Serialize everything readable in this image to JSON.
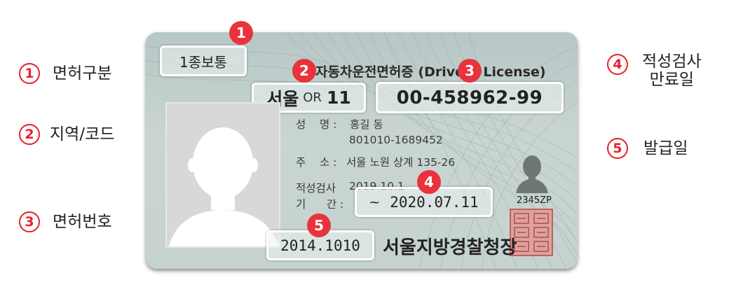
{
  "legend": [
    {
      "num": "1",
      "text": "면허구분"
    },
    {
      "num": "2",
      "text": "지역/코드"
    },
    {
      "num": "3",
      "text": "면허번호"
    },
    {
      "num": "4",
      "text": "적성검사\n만료일"
    },
    {
      "num": "5",
      "text": "발급일"
    }
  ],
  "card": {
    "license_type": "1종보통",
    "title": "자동차운전면허증 (Drivers License)",
    "region": "서울",
    "region_or": "OR",
    "region_code": "11",
    "license_number": "00-458962-99",
    "name_label": "성    명 :",
    "name": "홍길 동",
    "birth": "801010-1689452",
    "address_label": "주    소 :",
    "address": "서울 노원 상계 135-26",
    "aptitude_label": "적성검사",
    "aptitude_partial": "2019.10.1",
    "period_label": "기      간 :",
    "expiry_tilde": "~",
    "expiry": "2020.07.11",
    "small_code": "2345ZP",
    "issue_date": "2014.1010",
    "issuer": "서울지방경찰청장"
  },
  "badges": [
    "1",
    "2",
    "3",
    "4",
    "5"
  ],
  "colors": {
    "accent": "#e8333c",
    "legend_red": "#e8202a"
  }
}
